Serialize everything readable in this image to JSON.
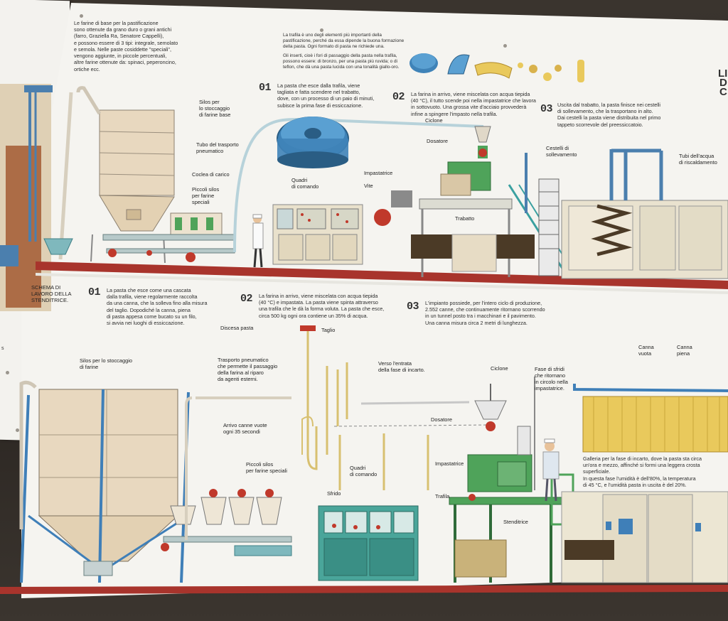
{
  "top": {
    "intro": {
      "line1": "Le farine di base per la pastificazione",
      "line2": "sono ottenute da grano duro o grani antichi",
      "line3": "(farro, Graziella Ra, Senatore Cappelli),",
      "line4": "e possono essere di 3 tipi: integrale, semolato",
      "line5": "e semola. Nelle paste cosiddette \"speciali\",",
      "line6": "vengono aggiunte, in piccole percentuali,",
      "line7": "altre farine ottenute da: spinaci, peperoncino,",
      "line8": "ortiche ecc."
    },
    "trafila": {
      "line1": "La trafila è uno degli elementi più importanti della",
      "line2": "pastificazione, perché da essa dipende la buona formazione",
      "line3": "della pasta. Ogni formato di pasta ne richiede una.",
      "line4": "Gli inserti, cioè i fori di passaggio della pasta nella trafila,",
      "line5": "possono essere: di bronzo, per una pasta più ruvida; o di",
      "line6": "teflon, che dà una pasta lucida con una tonalità giallo-oro."
    },
    "step1": {
      "num": "01",
      "line1": "La pasta che esce dalla trafila, viene",
      "line2": "tagliata e fatta scendere nel trabatto,",
      "line3": "dove, con un processo di un paio di minuti,",
      "line4": "subisce la prima fase di essiccazione."
    },
    "step2": {
      "num": "02",
      "line1": "La farina in arrivo, viene miscelata con acqua tiepida",
      "line2": "(40 °C), il tutto scende poi nella impastatrice che lavora",
      "line3": "in sottovuoto. Una grossa vite d'acciaio provvederà",
      "line4": "infine a spingere l'impasto nella trafila."
    },
    "step3": {
      "num": "03",
      "line1": "Uscita dal trabatto, la pasta finisce nei cestelli",
      "line2": "di sollevamento, che la trasportano in alto.",
      "line3": "Dai cestelli la pasta viene distribuita nel primo",
      "line4": "tappeto scorrevole del preessiccatoio."
    },
    "edge_letters": [
      "LI",
      "D",
      "C"
    ],
    "labels": {
      "silos1": "Silos per",
      "silos2": "lo stoccaggio",
      "silos3": "di farine base",
      "tubo1": "Tubo del trasporto",
      "tubo2": "pneumatico",
      "coclea": "Coclea di carico",
      "piccoli1": "Piccoli silos",
      "piccoli2": "per farine",
      "piccoli3": "speciali",
      "quadri1": "Quadri",
      "quadri2": "di comando",
      "ciclone": "Ciclone",
      "dosatore": "Dosatore",
      "impastatrice": "Impastatrice",
      "vite": "Vite",
      "trabatto": "Trabatto",
      "cestelli1": "Cestelli di",
      "cestelli2": "sollevamento",
      "tubi1": "Tubi dell'acqua",
      "tubi2": "di riscaldamento"
    }
  },
  "bottom": {
    "heading": {
      "line1": "SCHEMA DI",
      "line2": "LAVORO DELLA",
      "line3": "STENDITRICE."
    },
    "step1": {
      "num": "01",
      "line1": "La pasta che esce come una cascata",
      "line2": "dalla trafila, viene regolarmente raccolta",
      "line3": "da una canna, che la solleva fino alla misura",
      "line4": "del taglio. Dopodiché la canna, piena",
      "line5": "di pasta appesa come bucato su un filo,",
      "line6": "si avvia nei luoghi di essiccazione."
    },
    "step2": {
      "num": "02",
      "line1": "La farina in arrivo, viene miscelata con acqua tiepida",
      "line2": "(40 °C) e impastata. La pasta viene spinta attraverso",
      "line3": "una trafila che le dà la forma voluta. La pasta che esce,",
      "line4": "circa 500 kg ogni ora contiene un 35% di acqua."
    },
    "step3": {
      "num": "03",
      "line1": "L'impianto possiede, per l'intero ciclo di produzione,",
      "line2": "2.552 canne, che continuamente ritornano scorrendo",
      "line3": "in un tunnel posto tra i macchinari e il pavimento.",
      "line4": "Una canna misura circa 2 metri di lunghezza."
    },
    "labels": {
      "discesa": "Discesa pasta",
      "taglio": "Taglio",
      "silos1": "Silos per lo stoccaggio",
      "silos2": "di farine",
      "trasporto1": "Trasporto pneumatico",
      "trasporto2": "che permette il passaggio",
      "trasporto3": "della farina al riparo",
      "trasporto4": "da agenti esterni.",
      "verso1": "Verso l'entrata",
      "verso2": "della fase di incarto.",
      "ciclone": "Ciclone",
      "fase1": "Fase di sfridi",
      "fase2": "che ritornano",
      "fase3": "in circolo nella",
      "fase4": "impastatrice.",
      "canna_vuota1": "Canna",
      "canna_vuota2": "vuota",
      "canna_piena1": "Canna",
      "canna_piena2": "piena",
      "arrivo1": "Arrivo canne vuote",
      "arrivo2": "ogni 35 secondi",
      "dosatore": "Dosatore",
      "piccoli1": "Piccoli silos",
      "piccoli2": "per farine speciali",
      "quadri1": "Quadri",
      "quadri2": "di comando",
      "impastatrice": "Impastatrice",
      "sfrido": "Sfrido",
      "trafila": "Trafila",
      "stenditrice": "Stenditrice",
      "galleria1": "Galleria per la fase di incarto, dove la pasta sta circa",
      "galleria2": "un'ora e mezzo, affinché si formi una leggera crosta",
      "galleria3": "superficiale.",
      "galleria4": "In questa fase l'umidità è dell'80%, la temperatura",
      "galleria5": "di 45 °C, e l'umidità pasta in uscita è del 20%."
    }
  },
  "left_stub": {
    "text": "s"
  },
  "colors": {
    "red_floor": "#a8342c",
    "machine_green": "#4fa35a",
    "machine_blue": "#3f7fb8",
    "silo_beige": "#e8d8bf",
    "pasta_yellow": "#e9c95c"
  }
}
